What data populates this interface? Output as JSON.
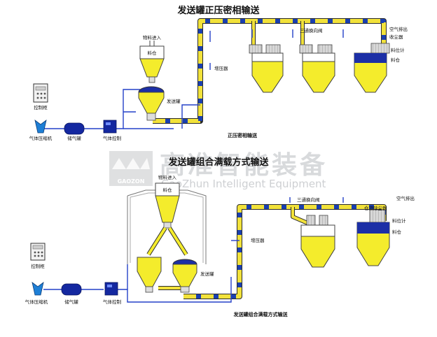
{
  "colors": {
    "pipe_yellow": "#f2e23a",
    "pipe_blue": "#1a3fb0",
    "air_line": "#2440c8",
    "material": "#f4ec2c",
    "vessel_outline": "#444444",
    "receiver_blue": "#1c2fa6"
  },
  "top": {
    "title": "发送罐正压密相输送",
    "caption": "正压密相输送",
    "labels": {
      "feed_in": "物料进入",
      "hopper": "料仓",
      "sender": "发送罐",
      "booster": "增压器",
      "three_way": "三通换向阀",
      "air_exhaust": "空气排出",
      "dust_collector": "收尘器",
      "level_meter": "料位计",
      "silo": "料仓",
      "control_cabinet": "控制柜",
      "compressor": "气体压缩机",
      "air_tank": "储气罐",
      "gas_control": "气体控制"
    }
  },
  "bottom": {
    "title": "发送罐组合满载方式输送",
    "caption": "发送罐组合满载方式输送",
    "labels": {
      "feed_in": "物料进入",
      "hopper": "料仓",
      "sender": "发送罐",
      "booster": "增压器",
      "three_way": "三通换向阀",
      "air_exhaust": "空气排出",
      "dust_collector": "仓顶除尘器",
      "level_meter": "料位计",
      "silo": "料仓",
      "control_cabinet": "控制柜",
      "compressor": "气体压缩机",
      "air_tank": "储气罐",
      "gas_control": "气体控制"
    }
  },
  "watermark": {
    "name": "高准智能装备",
    "english": "GaoZhun Intelligent Equipment",
    "logo_text": "GAOZON"
  }
}
